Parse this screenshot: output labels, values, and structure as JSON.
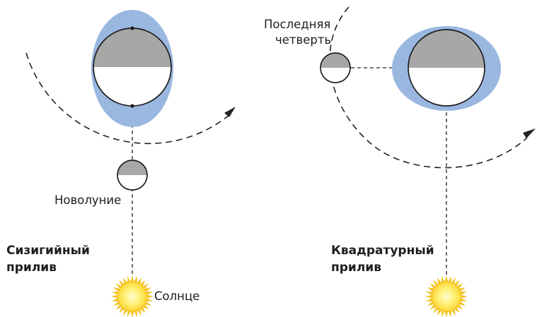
{
  "spring_tide": {
    "title_line1": "Сизигийный",
    "title_line2": "прилив",
    "moon_label": "Новолуние",
    "sun_label": "Солнце"
  },
  "neap_tide": {
    "title_line1": "Квадратурный",
    "title_line2": "прилив",
    "moon_label_line1": "Последняя",
    "moon_label_line2": "четверть"
  },
  "colors": {
    "tidal_bulge": "#9ab7e0",
    "shadow": "#a7a7a8",
    "sun_fill": "#fff06a",
    "sun_rays": "#f6c428"
  }
}
